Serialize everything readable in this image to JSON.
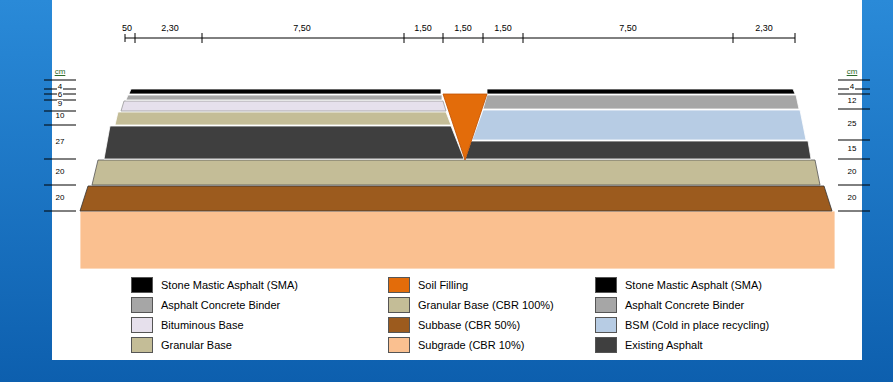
{
  "diagram": {
    "labels": [
      "50",
      "2,30",
      "7,50",
      "1,50",
      "1,50",
      "1,50",
      "7,50",
      "2,30",
      "cm",
      "4",
      "6",
      "9",
      "10",
      "27",
      "20",
      "20",
      "cm",
      "4",
      "12",
      "25",
      "15",
      "20",
      "20"
    ],
    "legend": [
      {
        "text": "Stone Mastic Asphalt (SMA)",
        "color": "#000000"
      },
      {
        "text": "Asphalt Concrete Binder",
        "color": "#a6a6a6"
      },
      {
        "text": "Bituminous Base",
        "color": "#e6e0ec"
      },
      {
        "text": "Granular Base",
        "color": "#c4bd97"
      },
      {
        "text": "Soil Filling",
        "color": "#e36c0a"
      },
      {
        "text": "Granular Base (CBR 100%)",
        "color": "#c4bd97"
      },
      {
        "text": "Subbase (CBR 50%)",
        "color": "#9c5b1e"
      },
      {
        "text": "Subgrade (CBR 10%)",
        "color": "#fac090"
      },
      {
        "text": "Stone Mastic Asphalt (SMA)",
        "color": "#000000"
      },
      {
        "text": "Asphalt Concrete Binder",
        "color": "#a6a6a6"
      },
      {
        "text": "BSM (Cold in place recycling)",
        "color": "#b7cce4"
      },
      {
        "text": "Existing Asphalt",
        "color": "#3f3f3f"
      }
    ]
  }
}
